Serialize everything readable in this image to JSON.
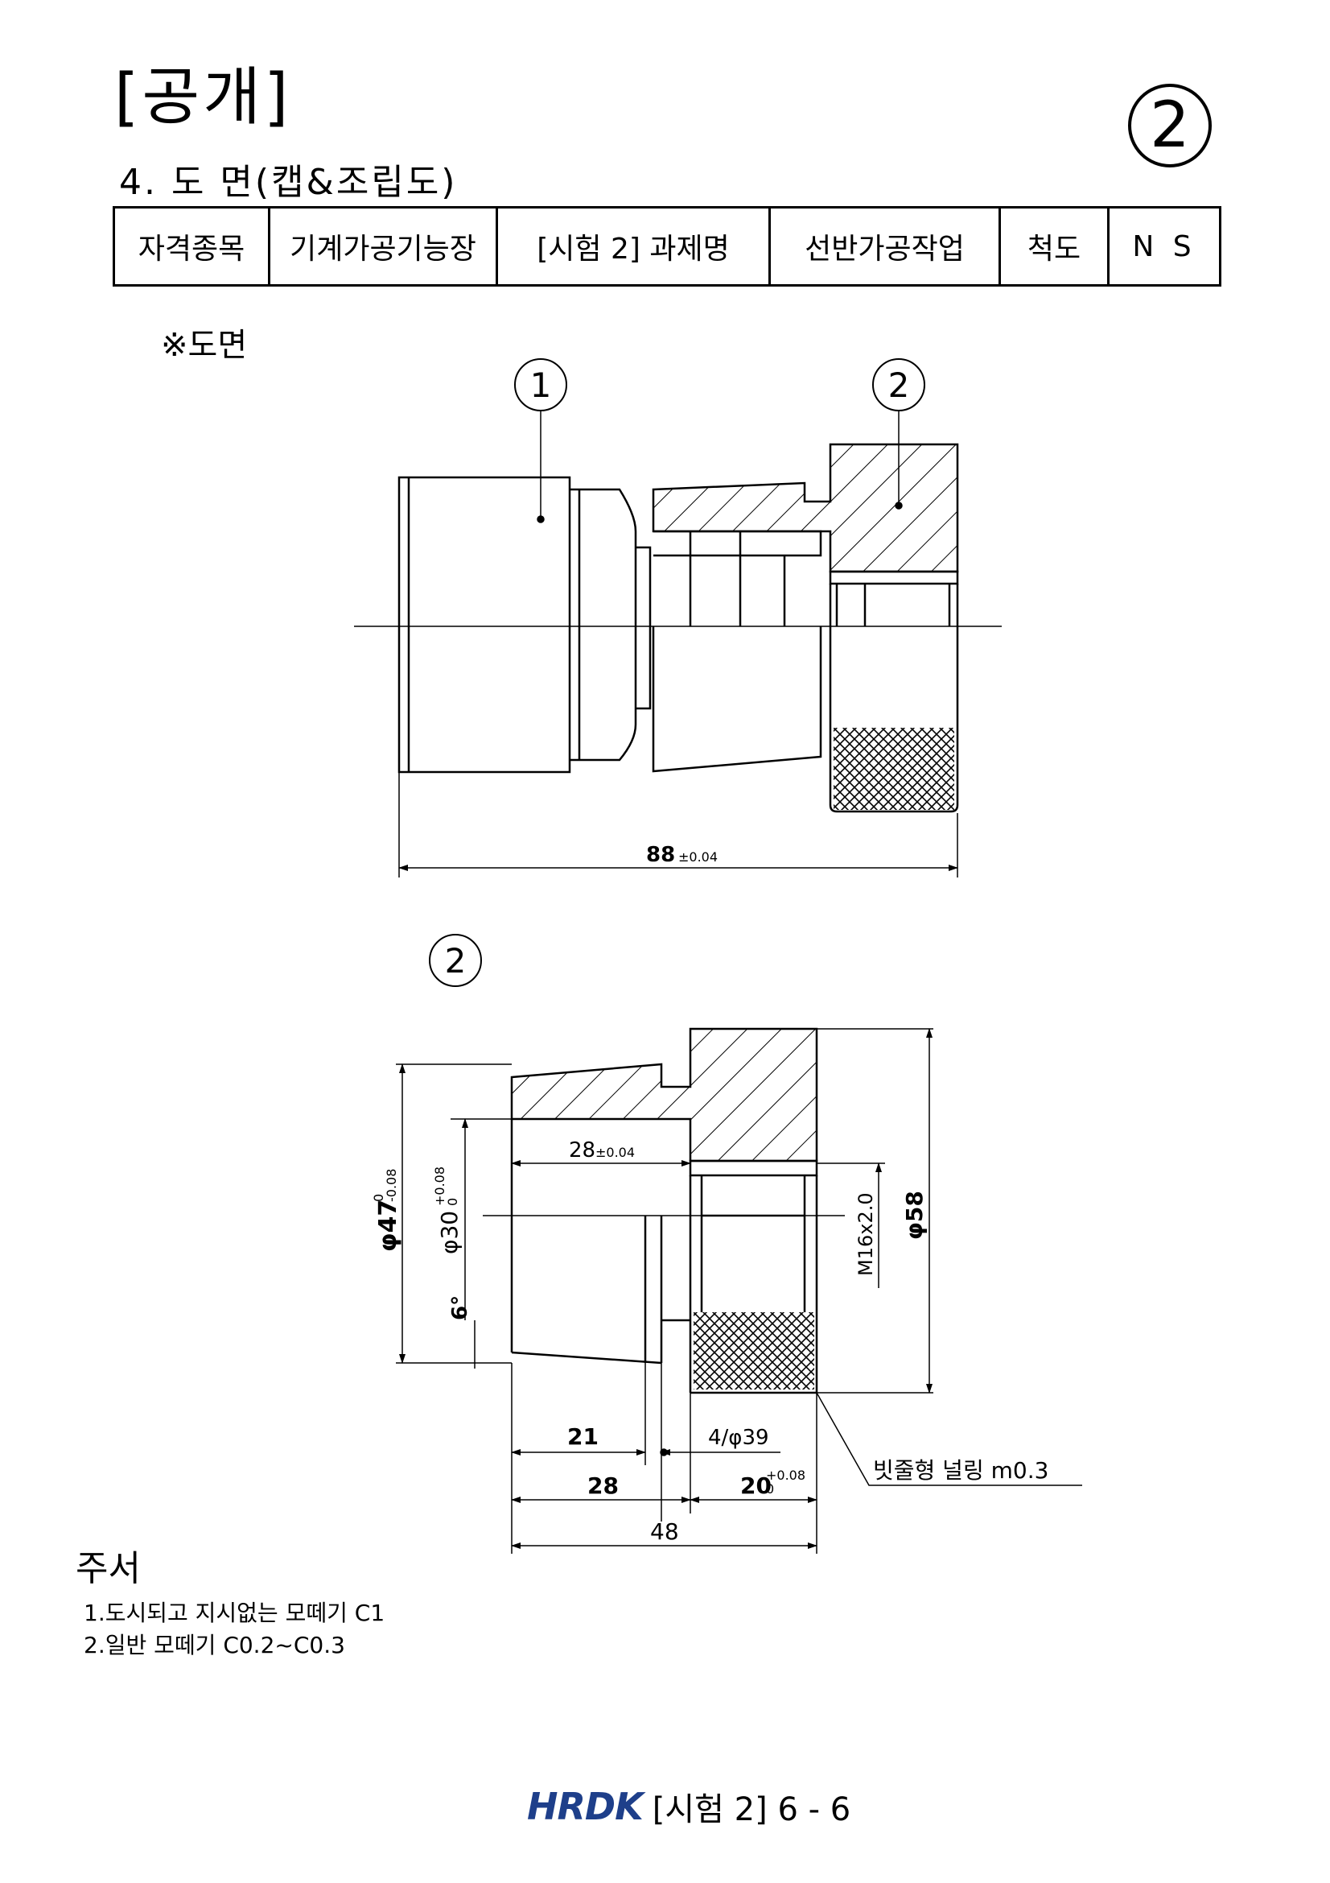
{
  "header": {
    "badge": "[공개]",
    "page_circle": "2",
    "heading": "4. 도  면(캡&조립도)"
  },
  "info_table": {
    "cells": [
      "자격종목",
      "기계가공기능장",
      "[시험 2] 과제명",
      "선반가공작업",
      "척도",
      "N S"
    ]
  },
  "drawing": {
    "section_label": "※도면",
    "assembly": {
      "balloon_1": "1",
      "balloon_2": "2",
      "dim_length": "88",
      "dim_tol": "±0.04"
    },
    "part2": {
      "balloon": "2",
      "dim_phi47": "φ47",
      "dim_phi47_tol_upper": "0",
      "dim_phi47_tol_lower": "-0.08",
      "dim_phi30": "φ30",
      "dim_phi30_tol_upper": "+0.08",
      "dim_phi30_tol_lower": "0",
      "dim_angle": "6°",
      "dim_28_top": "28",
      "dim_28_top_tol": "±0.04",
      "dim_thread": "M16x2.0",
      "dim_phi58": "φ58",
      "dim_21": "21",
      "dim_4phi39": "4/φ39",
      "dim_28": "28",
      "dim_20": "20",
      "dim_20_tol_upper": "+0.08",
      "dim_20_tol_lower": "0",
      "dim_48": "48",
      "knurl_note": "빗줄형 널링 m0.3"
    }
  },
  "notes": {
    "title": "주서",
    "items": [
      "1.도시되고 지시없는 모떼기  C1",
      "2.일반 모떼기 C0.2~C0.3"
    ]
  },
  "footer": {
    "logo": "HRDK",
    "text": "[시험 2] 6 - 6"
  }
}
